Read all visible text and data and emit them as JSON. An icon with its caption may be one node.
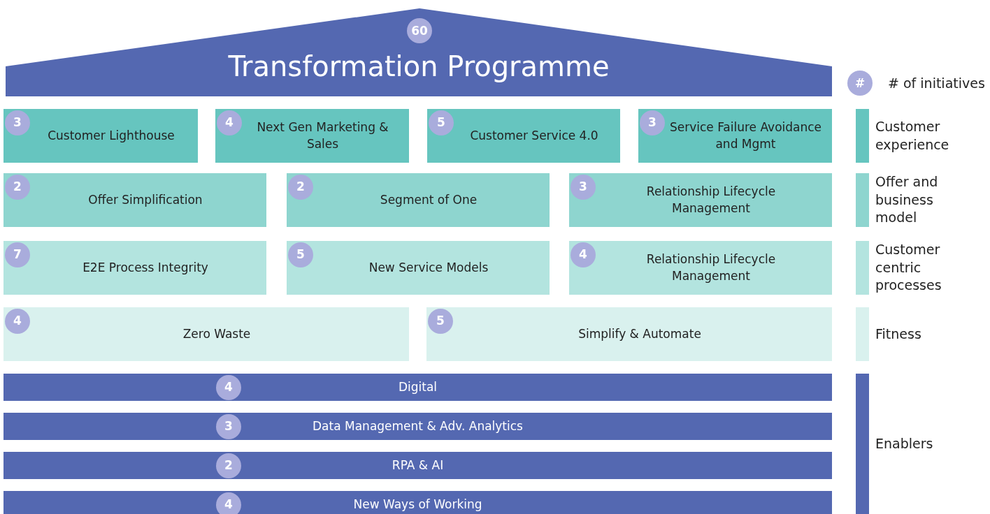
{
  "diagram": {
    "title": "Transformation Programme",
    "nodes": [
      {
        "text": [
          "60"
        ]
      },
      {
        "text": [
          "3",
          "Customer Lighthouse"
        ]
      },
      {
        "text": [
          "4",
          "Next Gen Marketing & Sales"
        ]
      },
      {
        "text": [
          "5",
          "Customer Service 4.0"
        ]
      },
      {
        "text": [
          "3",
          "Service Failure Avoidance and Mgmt"
        ]
      },
      {
        "text": [
          "2",
          "Offer Simplification"
        ]
      },
      {
        "text": [
          "2",
          "Segment of One"
        ]
      },
      {
        "text": [
          "3",
          "Relationship Lifecycle Management"
        ]
      },
      {
        "text": [
          "7",
          "E2E Process Integrity"
        ]
      },
      {
        "text": [
          "5",
          "New Service Models"
        ]
      },
      {
        "text": [
          "4",
          "Relationship Lifecycle Management"
        ]
      },
      {
        "text": [
          "4",
          "Zero Waste"
        ]
      },
      {
        "text": [
          "5",
          "Simplify & Automate"
        ]
      },
      {
        "text": [
          "4",
          "Digital"
        ]
      },
      {
        "text": [
          "3",
          "Data Management & Adv. Analytics"
        ]
      },
      {
        "text": [
          "2",
          "RPA & AI"
        ]
      },
      {
        "text": [
          "4",
          "New Ways of Working"
        ]
      }
    ],
    "edges": [],
    "labels": [
      "#"
    ],
    "legend": [
      {
        "text": "# of initiatives"
      },
      {
        "text": "Customer experience",
        "color": "#66c5bf"
      },
      {
        "text": "Offer and business model",
        "color": "#8ed5cf"
      },
      {
        "text": "Customer centric processes",
        "color": "#b3e4df"
      },
      {
        "text": "Fitness",
        "color": "#d9f1ee"
      },
      {
        "text": "Enablers",
        "color": "#5468b1"
      }
    ]
  }
}
